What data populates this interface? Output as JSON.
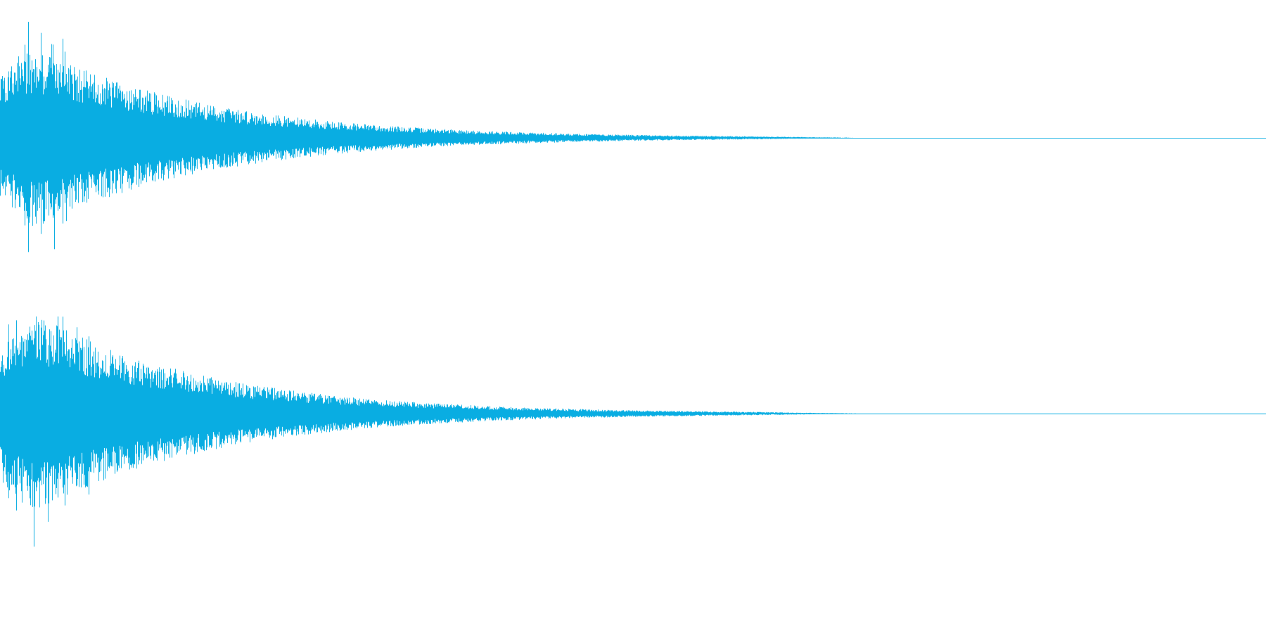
{
  "waveform": {
    "color": "#09ADE2",
    "background": "#FFFFFF",
    "channels": [
      {
        "name": "left",
        "seed": 7
      },
      {
        "name": "right",
        "seed": 19
      }
    ],
    "envelope": {
      "shape": "percussive decay",
      "peak_amplitude": 0.9,
      "decay_to_silence_fraction": 0.6
    }
  }
}
